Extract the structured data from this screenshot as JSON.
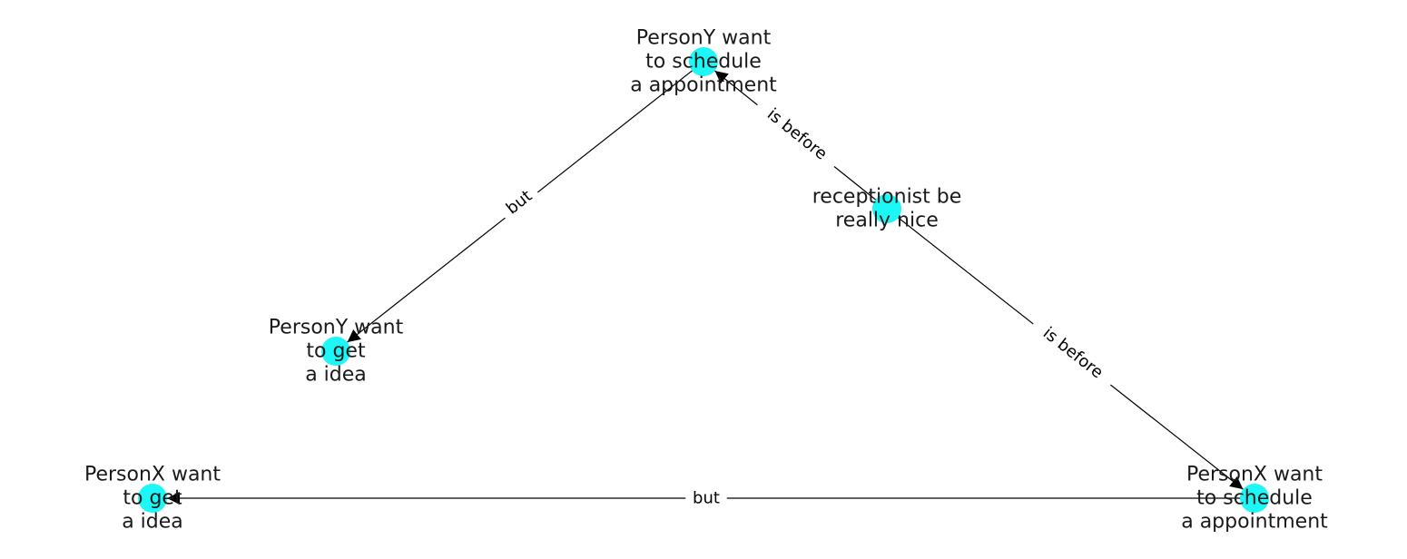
{
  "graph": {
    "node_color": "#1ef7f7",
    "edge_color": "#000000",
    "nodes": [
      {
        "id": "personY_schedule",
        "lines": [
          "PersonY want",
          "to schedule",
          "a appointment"
        ]
      },
      {
        "id": "receptionist",
        "lines": [
          "receptionist be",
          "really nice"
        ]
      },
      {
        "id": "personY_idea",
        "lines": [
          "PersonY want",
          "to get",
          "a idea"
        ]
      },
      {
        "id": "personX_idea",
        "lines": [
          "PersonX want",
          "to get",
          "a idea"
        ]
      },
      {
        "id": "personX_schedule",
        "lines": [
          "PersonX want",
          "to schedule",
          "a appointment"
        ]
      }
    ],
    "edges": [
      {
        "from": "personY_schedule",
        "to": "personY_idea",
        "label": "but"
      },
      {
        "from": "receptionist",
        "to": "personY_schedule",
        "label": "is before"
      },
      {
        "from": "receptionist",
        "to": "personX_schedule",
        "label": "is before"
      },
      {
        "from": "personX_schedule",
        "to": "personX_idea",
        "label": "but"
      }
    ]
  }
}
